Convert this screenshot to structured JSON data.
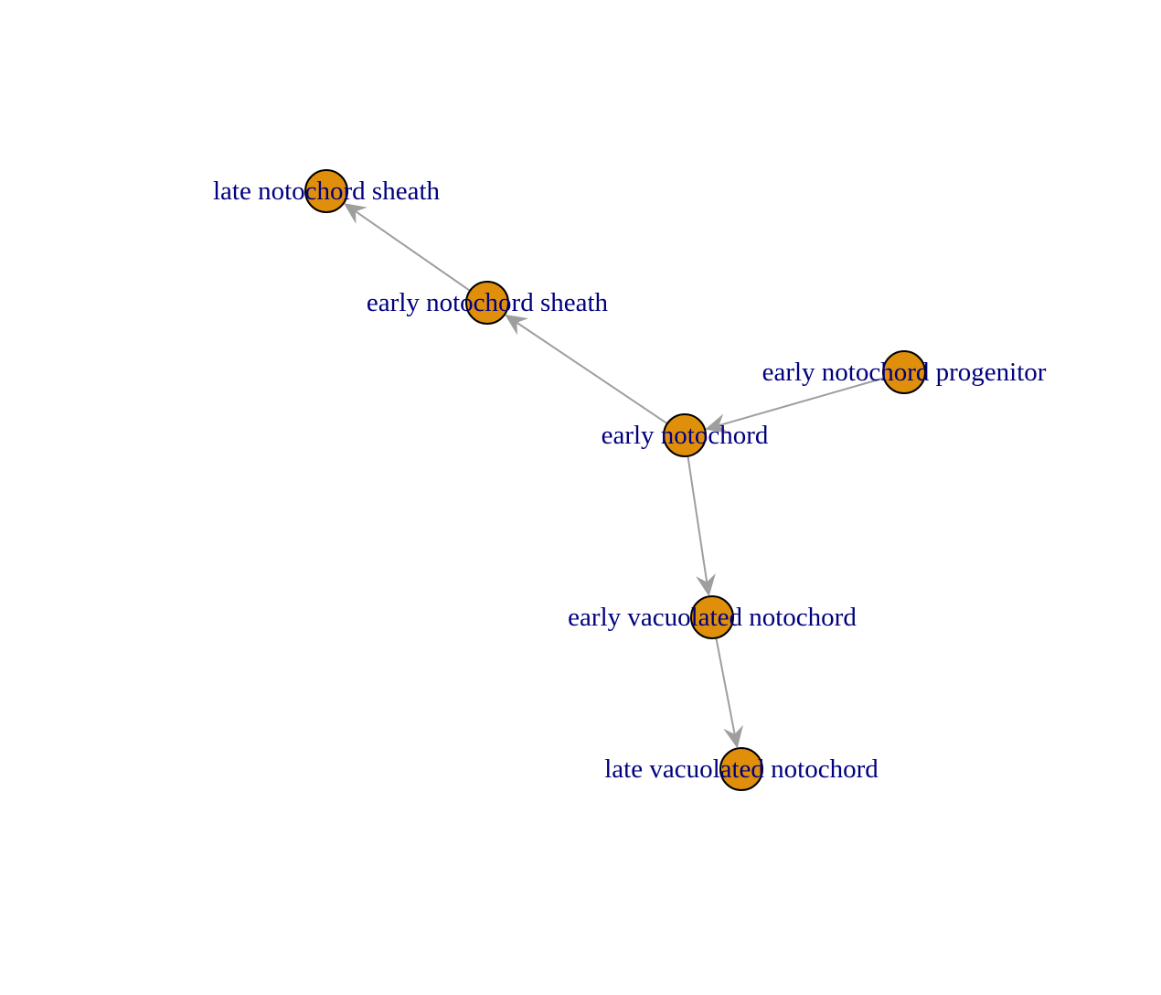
{
  "graph": {
    "directed": true,
    "node_color": "#E69F00",
    "node_border_color": "#000000",
    "edge_color": "#9E9E9E",
    "label_color": "#00007F",
    "nodes": [
      {
        "id": "late-notochord-sheath",
        "label": "late notochord sheath"
      },
      {
        "id": "early-notochord-sheath",
        "label": "early notochord sheath"
      },
      {
        "id": "early-notochord-progenitor",
        "label": "early notochord progenitor"
      },
      {
        "id": "early-notochord",
        "label": "early notochord"
      },
      {
        "id": "early-vacuolated-notochord",
        "label": "early vacuolated notochord"
      },
      {
        "id": "late-vacuolated-notochord",
        "label": "late vacuolated notochord"
      }
    ],
    "edges": [
      {
        "from": "early-notochord-sheath",
        "to": "late-notochord-sheath"
      },
      {
        "from": "early-notochord",
        "to": "early-notochord-sheath"
      },
      {
        "from": "early-notochord-progenitor",
        "to": "early-notochord"
      },
      {
        "from": "early-notochord",
        "to": "early-vacuolated-notochord"
      },
      {
        "from": "early-vacuolated-notochord",
        "to": "late-vacuolated-notochord"
      }
    ]
  }
}
